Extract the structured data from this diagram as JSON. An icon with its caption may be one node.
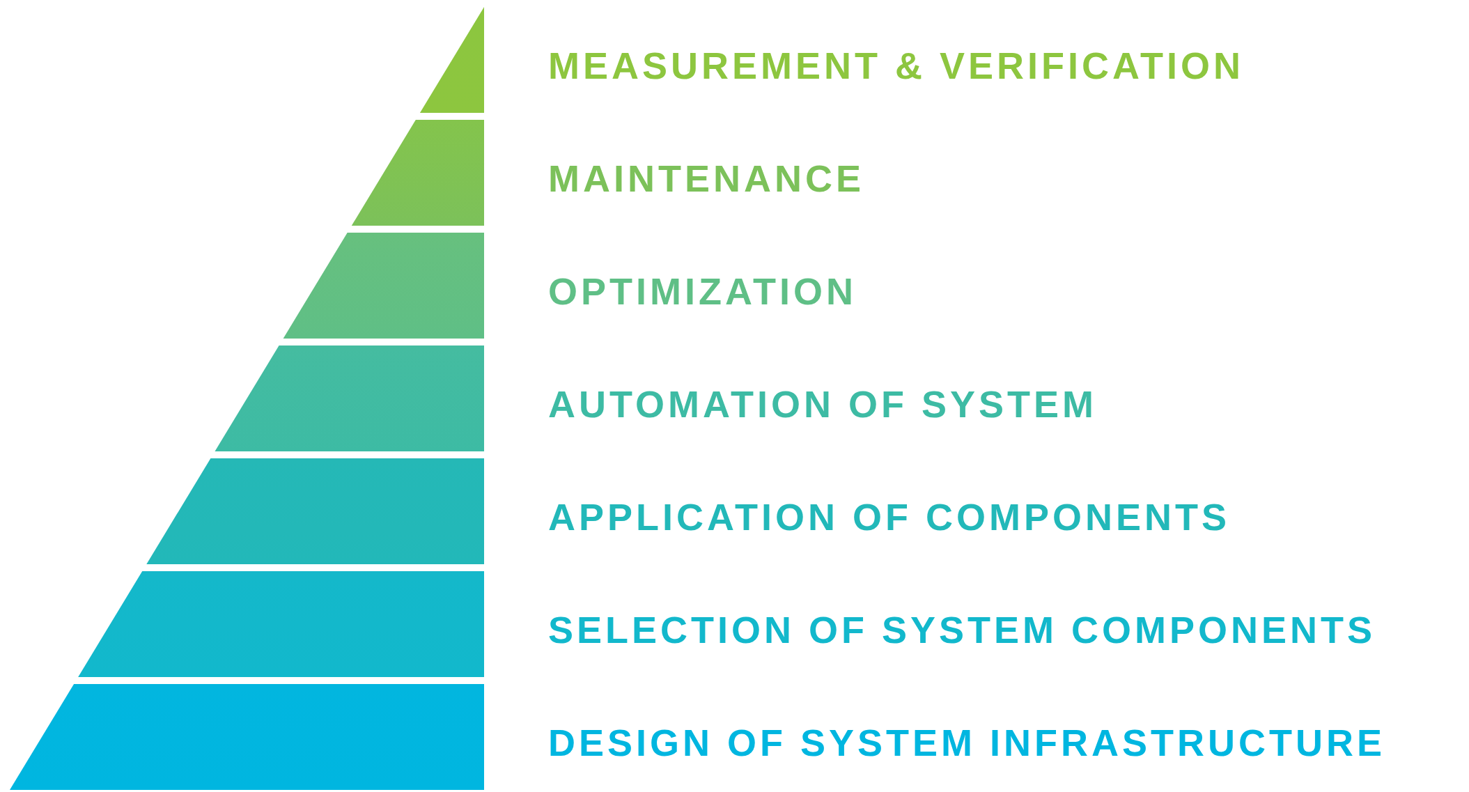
{
  "diagram": {
    "nodes": [
      {
        "text": [
          "MEASUREMENT & VERIFICATION"
        ]
      },
      {
        "text": [
          "MAINTENANCE"
        ]
      },
      {
        "text": [
          "OPTIMIZATION"
        ]
      },
      {
        "text": [
          "AUTOMATION OF SYSTEM"
        ]
      },
      {
        "text": [
          "APPLICATION OF COMPONENTS"
        ]
      },
      {
        "text": [
          "SELECTION OF SYSTEM COMPONENTS"
        ]
      },
      {
        "text": [
          "DESIGN OF SYSTEM INFRASTRUCTURE"
        ]
      }
    ]
  }
}
